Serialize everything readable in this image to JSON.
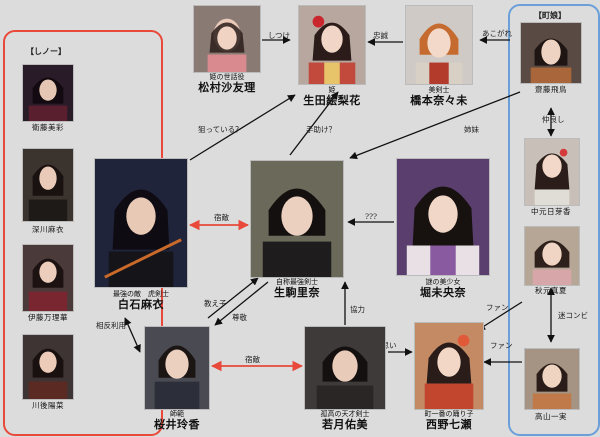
{
  "groups": {
    "shinobi": {
      "label": "【しノー】",
      "color": "#e8493a"
    },
    "town": {
      "label": "【町娘】",
      "color": "#6a9fd8"
    }
  },
  "characters": {
    "matsumura": {
      "role": "姫の世話役",
      "name": "松村沙友理"
    },
    "ikuta": {
      "role": "姫",
      "name": "生田絵梨花"
    },
    "hashimoto": {
      "role": "美剣士",
      "name": "橋本奈々未"
    },
    "saito": {
      "role": "",
      "name": "齋藤飛鳥"
    },
    "shiraishi": {
      "role": "最強の敵　虎剣士",
      "name": "白石麻衣"
    },
    "ikoma": {
      "role": "自称最強剣士",
      "name": "生駒里奈"
    },
    "horiuchi": {
      "role": "謎の美少女",
      "name": "堀未央奈"
    },
    "nakamoto": {
      "role": "",
      "name": "中元日芽香"
    },
    "akimoto": {
      "role": "",
      "name": "秋元真夏"
    },
    "sakurai": {
      "role": "師範",
      "name": "桜井玲香"
    },
    "wakatsuki": {
      "role": "孤高の天才剣士",
      "name": "若月佑美"
    },
    "nishino": {
      "role": "町一番の踊り子",
      "name": "西野七瀬"
    },
    "takayama": {
      "role": "",
      "name": "高山一実"
    },
    "eto": {
      "role": "",
      "name": "衛藤美彩"
    },
    "fukagawa": {
      "role": "",
      "name": "深川麻衣"
    },
    "itoh": {
      "role": "",
      "name": "伊藤万理華"
    },
    "kawago": {
      "role": "",
      "name": "川後陽菜"
    }
  },
  "relations": {
    "shitsuke": "しつけ",
    "chuushin": "忠誠",
    "akogare": "あこがれ",
    "nerai": "狙っている？",
    "tedasuke": "手助け？",
    "shimai": "姉妹",
    "nakayoshi": "仲良し",
    "shukuteki1": "宿敵",
    "question": "???",
    "meikonbi": "迷コンビ",
    "oshiego": "教え子",
    "sonkei": "尊敬",
    "soukyou": "相反利用",
    "kyouryoku": "協力",
    "fan1": "ファン",
    "fan2": "ファン",
    "shukuteki2": "宿敵",
    "kataomoi": "片思い"
  }
}
